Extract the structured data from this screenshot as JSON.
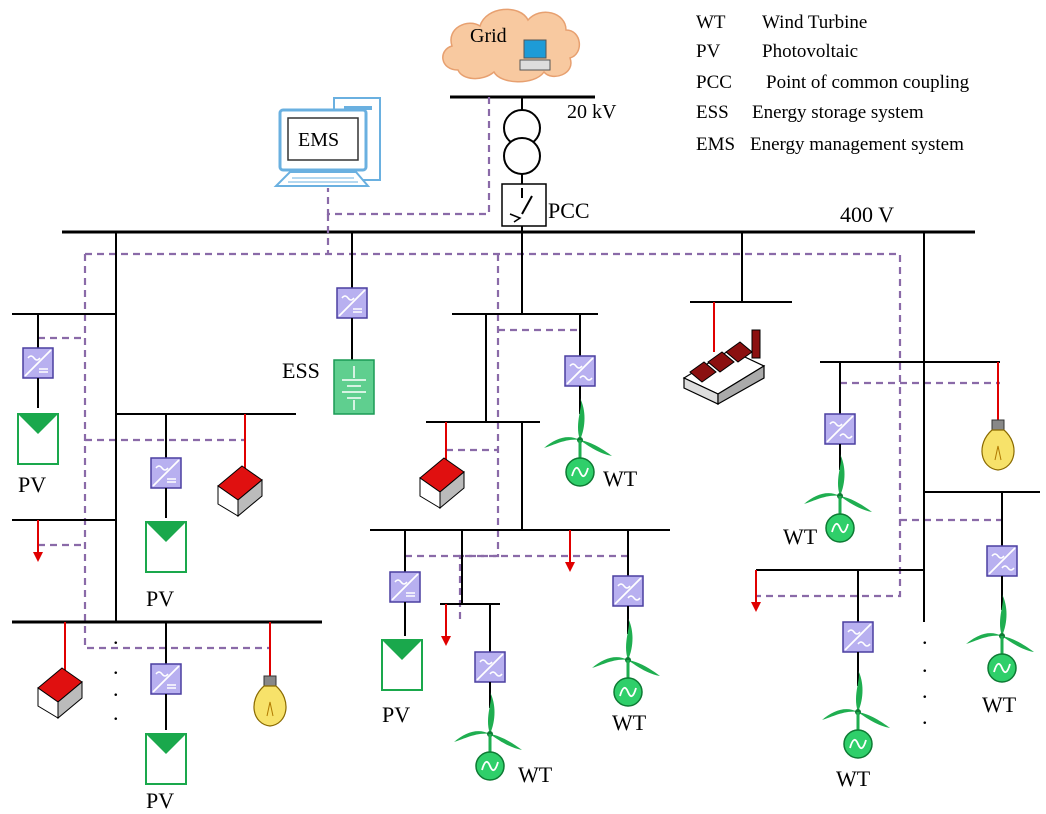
{
  "grid_label": "Grid",
  "voltage_hv": "20 kV",
  "voltage_lv": "400 V",
  "pcc_label": "PCC",
  "ems_label": "EMS",
  "ess_label": "ESS",
  "pv_label": "PV",
  "wt_label": "WT",
  "legend": [
    {
      "abbr": "WT",
      "text": "Wind Turbine"
    },
    {
      "abbr": "PV",
      "text": "Photovoltaic"
    },
    {
      "abbr": "PCC",
      "text": "Point of common coupling"
    },
    {
      "abbr": "ESS",
      "text": "Energy storage system"
    },
    {
      "abbr": "EMS",
      "text": "Energy management system"
    }
  ],
  "colors": {
    "grid_cloud": "#f8c9a0",
    "converter": "#b8b0f0",
    "pv_panel": "#1aa84c",
    "ess_battery": "#5fcf8f",
    "house_roof": "#e01010",
    "feeder_red": "#e00000",
    "comm_line": "#8a6aa8",
    "factory": "#8b1010",
    "bulb": "#f7e26a"
  }
}
